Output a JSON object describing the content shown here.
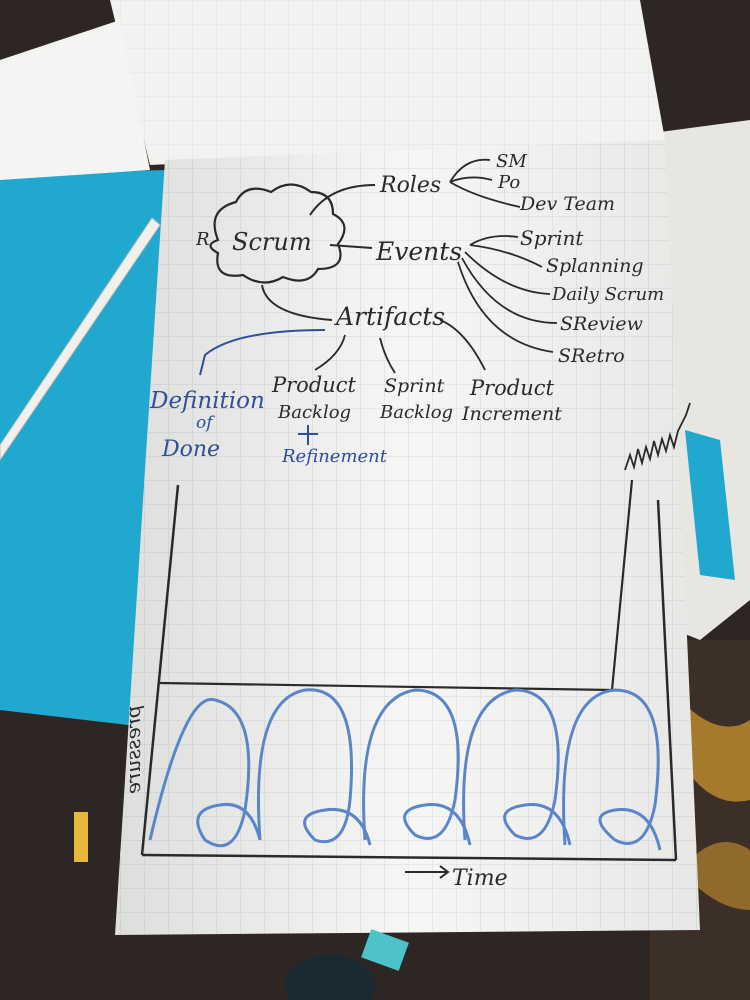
{
  "flipchart": {
    "mindmap": {
      "center": "Scrum",
      "branches": [
        {
          "label": "Roles",
          "children": [
            "SM",
            "Po",
            "Dev Team"
          ]
        },
        {
          "label": "Events",
          "children": [
            "Sprint",
            "Splanning",
            "Daily Scrum",
            "SReview",
            "SRetro"
          ]
        },
        {
          "label": "Artifacts",
          "children": [
            "Definition of Done",
            "Product Backlog Refinement",
            "Sprint Backlog",
            "Product Increment"
          ]
        }
      ]
    },
    "labels": {
      "roles": "Roles",
      "sm": "SM",
      "po": "Po",
      "devteam": "Dev Team",
      "events": "Events",
      "sprint": "Sprint",
      "splanning": "Splanning",
      "daily": "Daily Scrum",
      "sreview": "SReview",
      "sretro": "SRetro",
      "artifacts": "Artifacts",
      "dod_line1": "Definition",
      "dod_line2": "of",
      "dod_line3": "Done",
      "pb_line1": "Product",
      "pb_line2": "Backlog",
      "pb_line3": "Refinement",
      "sb_line1": "Sprint",
      "sb_line2": "Backlog",
      "pi_line1": "Product",
      "pi_line2": "Increment"
    },
    "sketch": {
      "y_axis_label": "pressure",
      "x_axis_label": "Time",
      "loops": 5
    }
  },
  "colors": {
    "marker_black": "#2a2a2a",
    "marker_blue": "#2f4f9a",
    "loop_blue": "#5a86c9",
    "cyan_folder": "#21a8cf",
    "paper": "#f6f6f4",
    "grid": "#d6dbe2"
  }
}
